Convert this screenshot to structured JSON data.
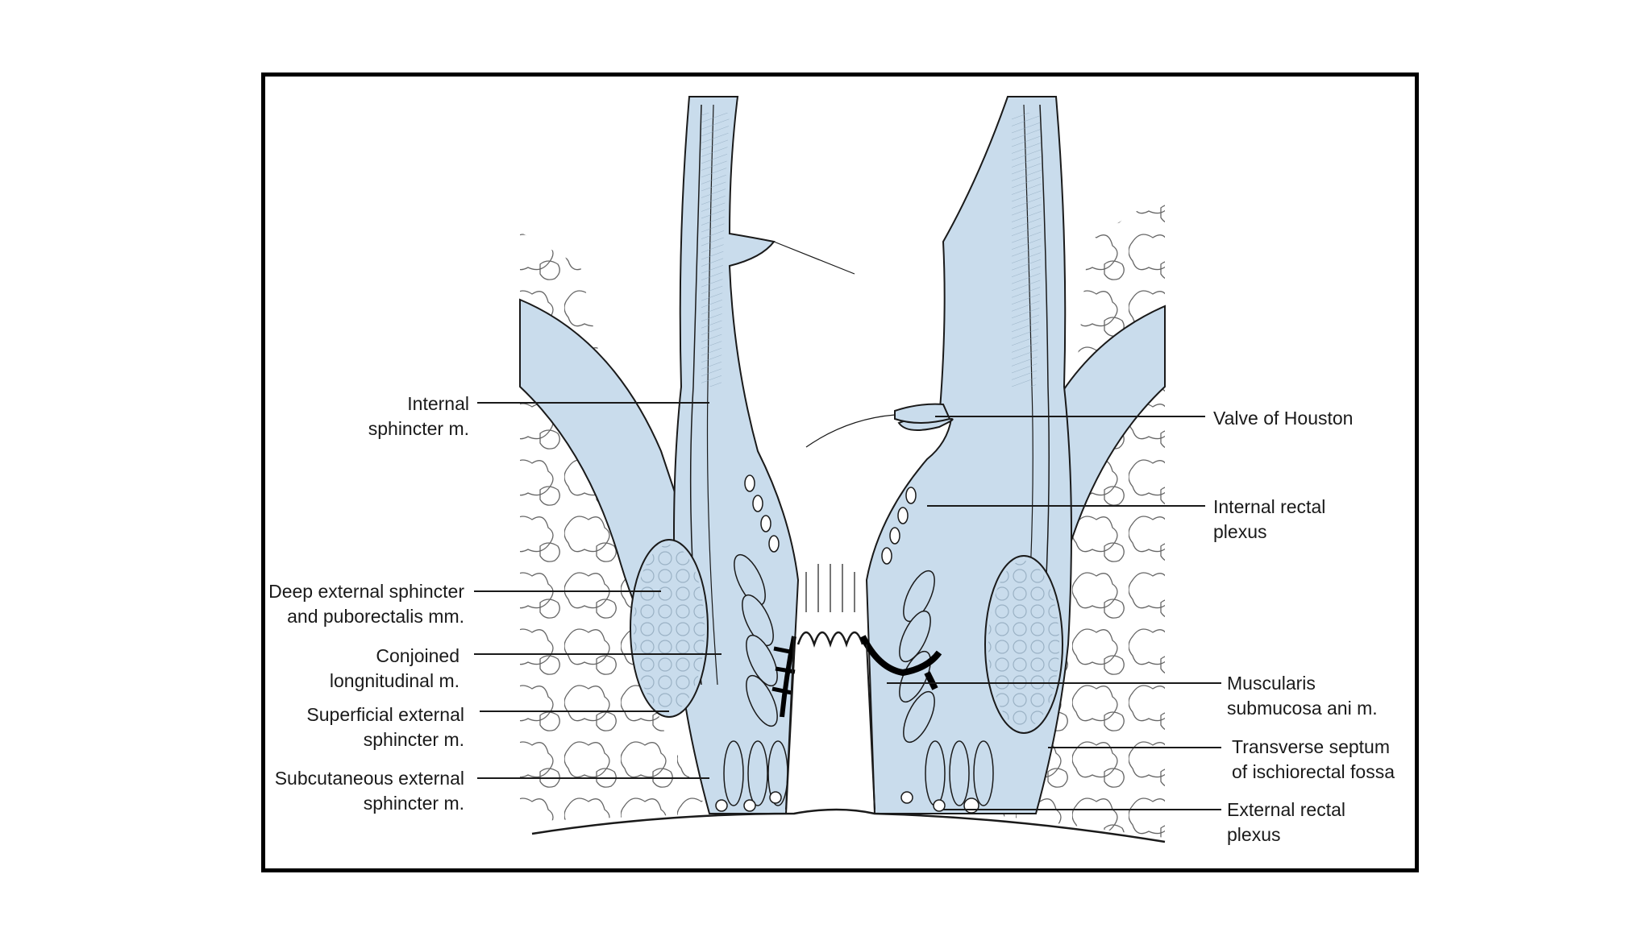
{
  "colors": {
    "muscle_fill": "#c9dcec",
    "muscle_fill_light": "#dbe8f3",
    "outline": "#1a1a1a",
    "frame": "#000000",
    "background": "#ffffff"
  },
  "labels": {
    "left": [
      {
        "id": "internal-sphincter",
        "lines": [
          "Internal",
          "sphincter m."
        ]
      },
      {
        "id": "deep-external-sphincter",
        "lines": [
          "Deep external sphincter",
          "and puborectalis mm."
        ]
      },
      {
        "id": "conjoined-longitudinal",
        "lines": [
          "Conjoined",
          "longnitudinal m."
        ]
      },
      {
        "id": "superficial-external-sphincter",
        "lines": [
          "Superficial external",
          "sphincter m."
        ]
      },
      {
        "id": "subcutaneous-external-sphincter",
        "lines": [
          "Subcutaneous external",
          "sphincter m."
        ]
      }
    ],
    "right": [
      {
        "id": "valve-of-houston",
        "lines": [
          "Valve of Houston"
        ]
      },
      {
        "id": "internal-rectal-plexus",
        "lines": [
          "Internal rectal",
          "plexus"
        ]
      },
      {
        "id": "muscularis-submucosa",
        "lines": [
          "Muscularis",
          "submucosa ani m."
        ]
      },
      {
        "id": "transverse-septum",
        "lines": [
          "Transverse septum",
          "of ischiorectal fossa"
        ]
      },
      {
        "id": "external-rectal-plexus",
        "lines": [
          "External rectal",
          "plexus"
        ]
      }
    ]
  }
}
